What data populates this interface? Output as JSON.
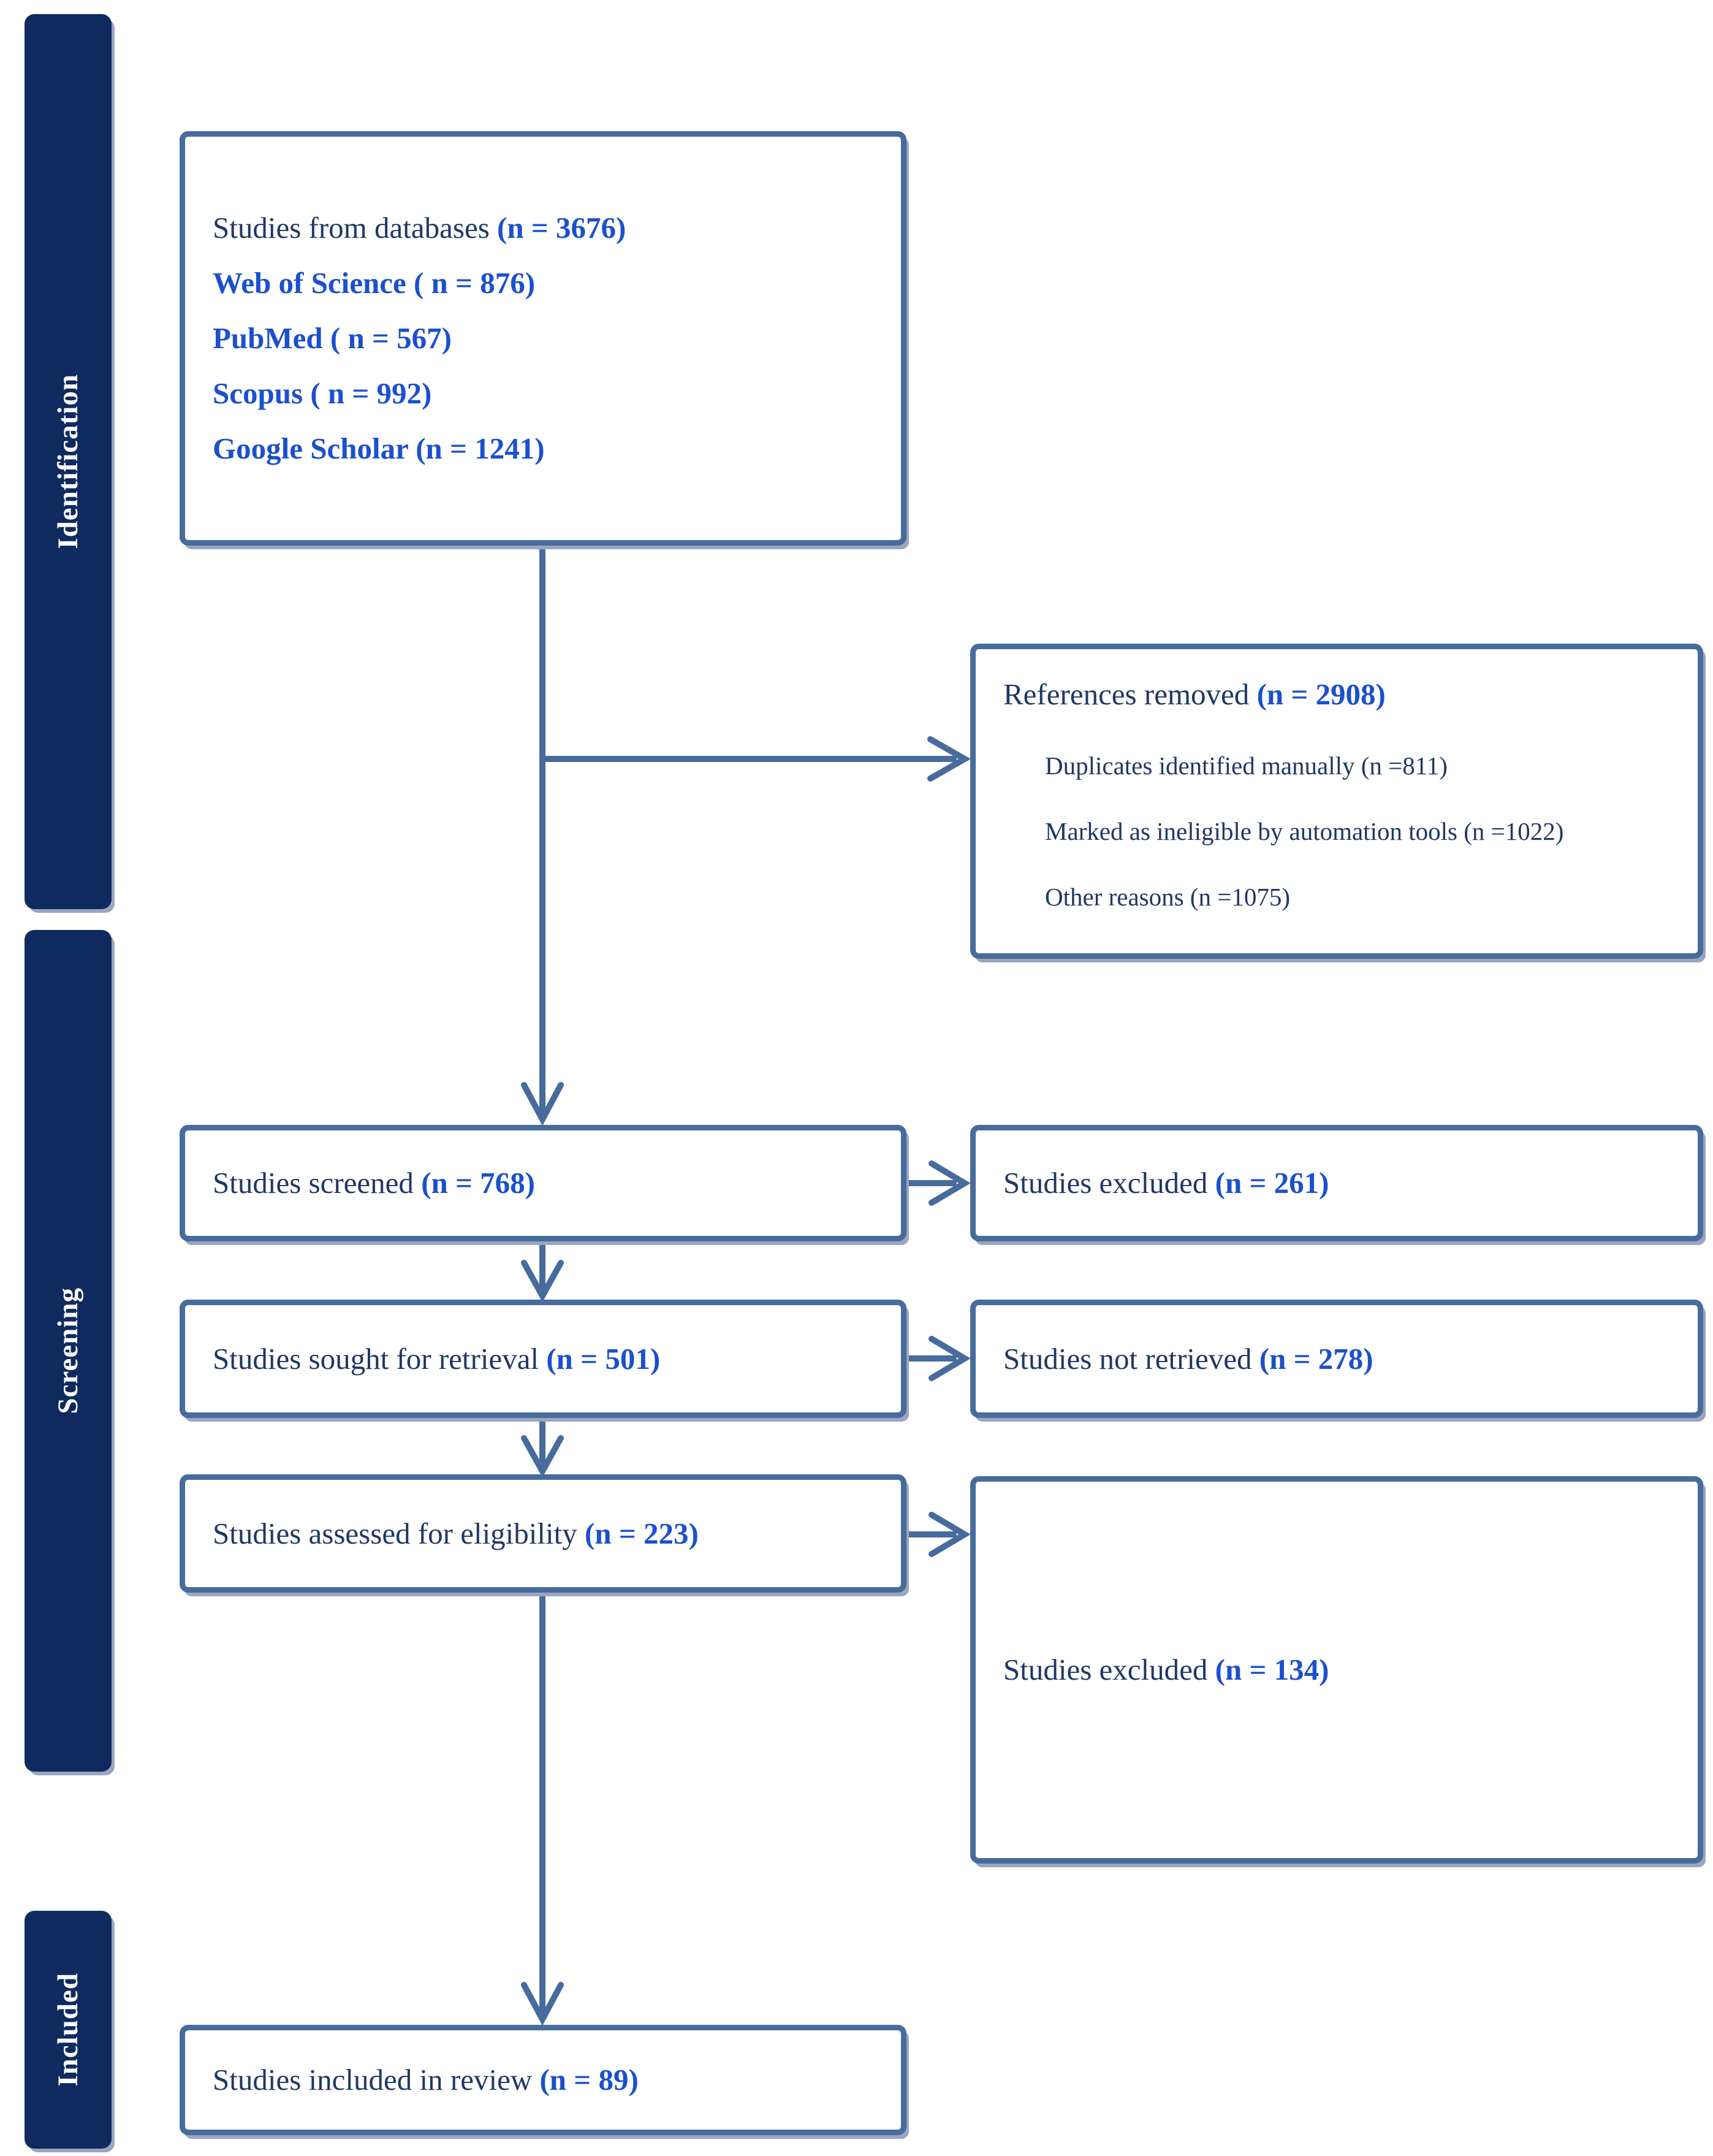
{
  "colors": {
    "stage_bar": "#0f2a5e",
    "box_border": "#476b9c",
    "arrow": "#476b9c",
    "text_dark": "#1f3864",
    "text_blue": "#1b50cd"
  },
  "stages": {
    "identification": "Identification",
    "screening": "Screening",
    "included": "Included"
  },
  "boxes": {
    "databases": {
      "title": "Studies from databases ",
      "title_n": "(n = 3676)",
      "items": [
        "Web of Science ( n = 876)",
        "PubMed ( n = 567)",
        "Scopus ( n = 992)",
        "Google Scholar (n = 1241)"
      ]
    },
    "references_removed": {
      "title": "References removed ",
      "title_n": "(n = 2908)",
      "items": [
        "Duplicates identified manually (n =811)",
        "Marked as ineligible by automation tools (n =1022)",
        "Other reasons (n =1075)"
      ]
    },
    "screened": {
      "label": "Studies screened ",
      "n": "(n = 768)"
    },
    "excluded_screening": {
      "label": "Studies excluded ",
      "n": "(n = 261)"
    },
    "sought": {
      "label": "Studies sought for retrieval ",
      "n": "(n = 501)"
    },
    "not_retrieved": {
      "label": "Studies not retrieved ",
      "n": "(n = 278)"
    },
    "assessed": {
      "label": "Studies assessed for eligibility ",
      "n": "(n = 223)"
    },
    "excluded_eligibility": {
      "label": "Studies excluded ",
      "n": "(n = 134)"
    },
    "included": {
      "label": "Studies included in review ",
      "n": "(n = 89)"
    }
  }
}
